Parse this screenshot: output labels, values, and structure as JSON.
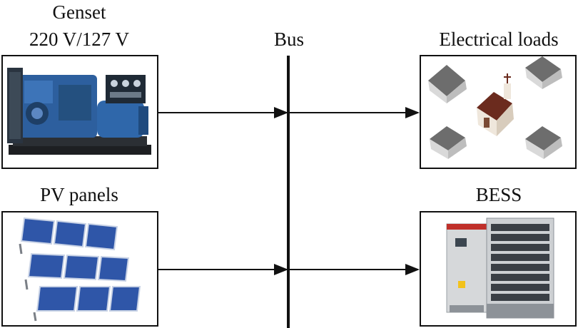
{
  "labels": {
    "genset_title": "Genset",
    "genset_voltage": "220 V/127 V",
    "bus": "Bus",
    "loads": "Electrical loads",
    "pv": "PV panels",
    "bess": "BESS"
  },
  "colors": {
    "line": "#111111",
    "genset_blue": "#2d5f9e",
    "pv_cell": "#2f56a8",
    "bess_grey": "#d6d8da",
    "house_roof": "#6d6d6d",
    "church_roof": "#6b2b1e"
  },
  "icons": [
    "genset-image",
    "houses-church-image",
    "solar-panels-image",
    "battery-cabinet-image"
  ]
}
